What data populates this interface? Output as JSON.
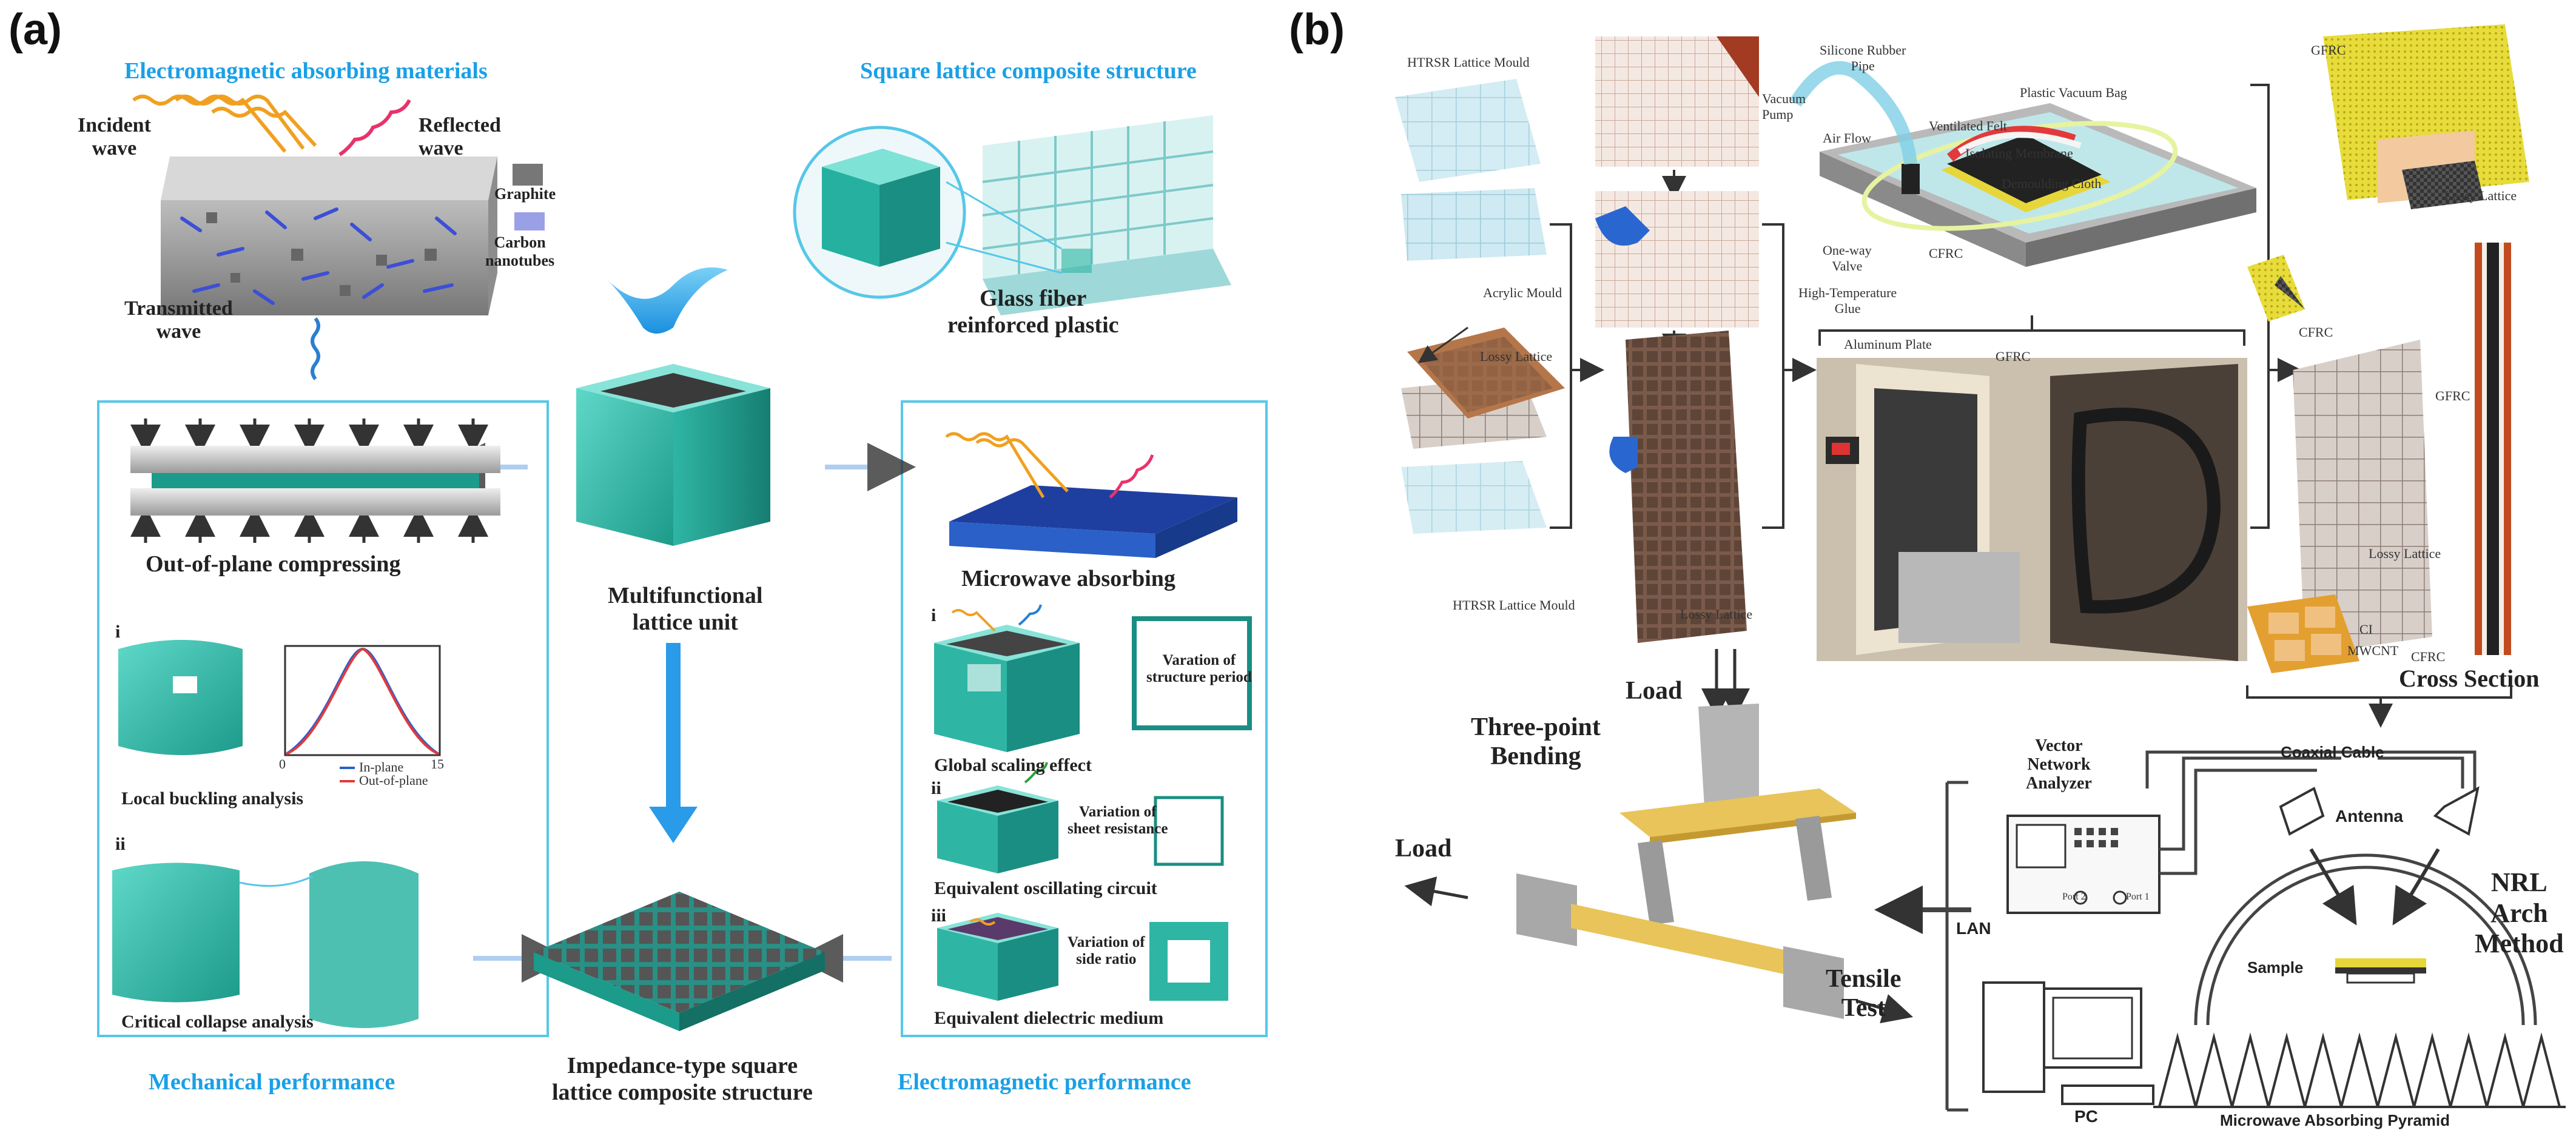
{
  "panel_a": {
    "label": "(a)",
    "titles": {
      "em_materials": "Electromagnetic absorbing materials",
      "square_lattice": "Square lattice composite structure",
      "mechanical": "Mechanical performance",
      "electromagnetic": "Electromagnetic performance"
    },
    "labels": {
      "incident": "Incident\nwave",
      "reflected": "Reflected\nwave",
      "transmitted": "Transmitted\nwave",
      "graphite": "Graphite",
      "cnt": "Carbon\nnanotubes",
      "gfrp": "Glass fiber\nreinforced plastic",
      "unit": "Multifunctional\nlattice unit",
      "impedance": "Impedance-type square\nlattice composite structure",
      "compress": "Out-of-plane compressing",
      "buckling": "Local buckling analysis",
      "collapse": "Critical collapse analysis",
      "microwave": "Microwave absorbing",
      "global": "Global scaling effect",
      "oscillating": "Equivalent oscillating circuit",
      "dielectric": "Equivalent dielectric medium",
      "var_period": "Varation of\nstructure period",
      "var_sheet": "Variation of\nsheet resistance",
      "var_side": "Variation of\nside ratio",
      "roman_i": "i",
      "roman_ii": "ii",
      "roman_iii": "iii"
    },
    "mini_chart": {
      "x_ticks": [
        "0",
        "15"
      ],
      "legend": [
        "In-plane",
        "Out-of-plane"
      ]
    }
  },
  "panel_b": {
    "label": "(b)",
    "labels": {
      "htrsr_top": "HTRSR Lattice Mould",
      "acrylic": "Acrylic Mould",
      "lossy1": "Lossy Lattice",
      "htrsr_bottom": "HTRSR Lattice Mould",
      "lossy2": "Lossy Lattice",
      "vacuum_pump": "Vacuum\nPump",
      "silicone": "Silicone Rubber\nPipe",
      "air_flow": "Air Flow",
      "vent_felt": "Ventilated Felt",
      "plastic_bag": "Plastic Vacuum Bag",
      "isolating": "Isolating Membrane",
      "demoulding": "Demoulding Cloth",
      "one_way": "One-way\nValve",
      "cfrc1": "CFRC",
      "high_temp": "High-Temperature\nGlue",
      "aluminum": "Aluminum Plate",
      "gfrc1": "GFRC",
      "gfrc2": "GFRC",
      "lossy3": "Lossy Lattice",
      "cfrc2": "CFRC",
      "gfrc3": "GFRC",
      "lossy4": "Lossy Lattice",
      "ci": "CI",
      "mwcnt": "MWCNT",
      "cfrc3": "CFRC",
      "cross_section": "Cross Section",
      "load1": "Load",
      "three_point": "Three-point\nBending",
      "load2": "Load",
      "tensile": "Tensile\nTest",
      "vna": "Vector\nNetwork\nAnalyzer",
      "coaxial": "Coaxial Cable",
      "antenna": "Antenna",
      "lan": "LAN",
      "nrl": "NRL\nArch\nMethod",
      "sample": "Sample",
      "pc": "PC",
      "pyramid": "Microwave Absorbing Pyramid",
      "port2": "Port 2",
      "port1": "Port 1"
    }
  },
  "colors": {
    "accent_blue": "#1aa0e6",
    "teal": "#2fb5a4",
    "frame": "#57c7e8",
    "incident": "#f0a020",
    "reflected": "#e8336a",
    "transmitted": "#2a7fd0",
    "lossy": "#b5764a",
    "gfrc": "#e6d63a"
  }
}
